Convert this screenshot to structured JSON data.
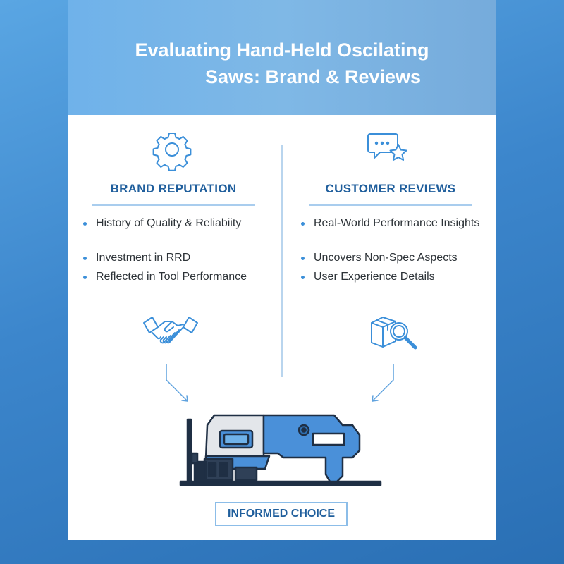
{
  "title": {
    "line1": "Evaluating Hand-Held Oscilating",
    "line2": "Saws: Brand & Reviews"
  },
  "left_column": {
    "heading": "BRAND REPUTATION",
    "icon": "gear-icon",
    "bottom_icon": "handshake-icon",
    "bullets": [
      "History of Quality & Reliabiity",
      "Investment in RRD",
      "Reflected in Tool Performance"
    ]
  },
  "right_column": {
    "heading": "CUSTOMER REVIEWS",
    "icon": "chat-star-icon",
    "bottom_icon": "box-magnifier-icon",
    "bullets": [
      "Real-World Performance Insights",
      "Uncovers Non-Spec Aspects",
      "User Experience Details"
    ]
  },
  "result": {
    "icon": "oscillating-saw-icon",
    "label": "INFORMED CHOICE"
  },
  "colors": {
    "accent": "#3b8fd9",
    "heading": "#1f5e9c",
    "tool_blue": "#4a90d9"
  }
}
